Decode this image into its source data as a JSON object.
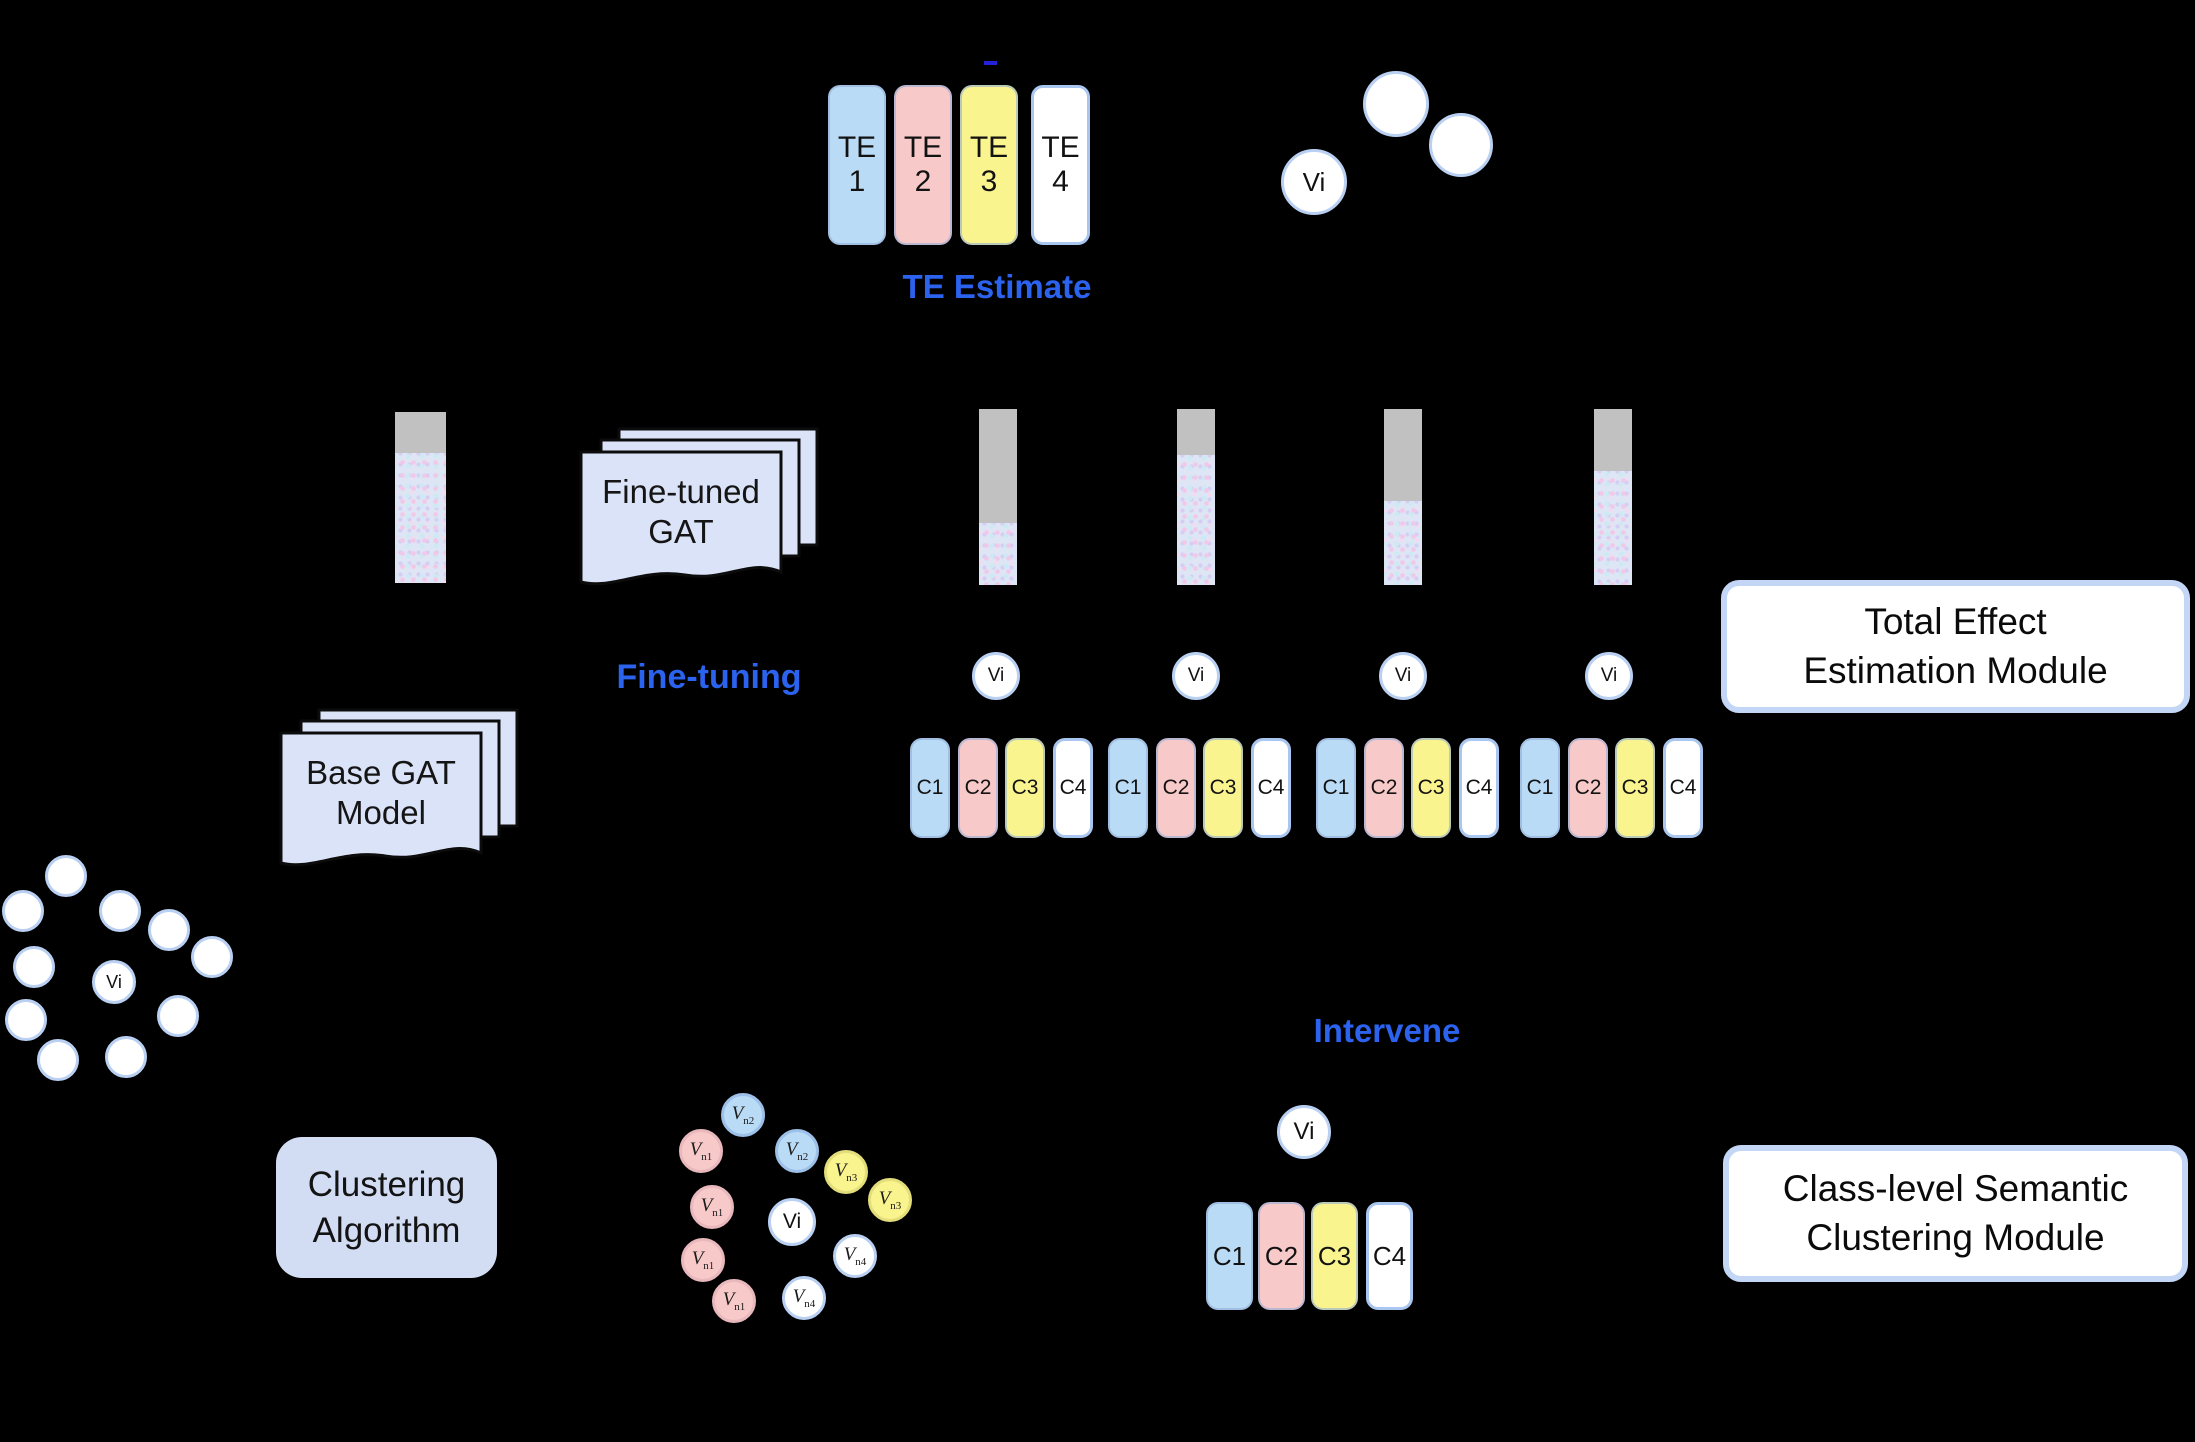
{
  "labels": {
    "vi": "Vi",
    "te_estimate": "TE Estimate",
    "fine_tuning": "Fine-tuning",
    "intervene": "Intervene",
    "fine_tuned_gat_line1": "Fine-tuned",
    "fine_tuned_gat_line2": "GAT",
    "base_gat_line1": "Base GAT",
    "base_gat_line2": "Model",
    "clustering_line1": "Clustering",
    "clustering_line2": "Algorithm",
    "te_module_line1": "Total Effect",
    "te_module_line2": "Estimation Module",
    "cluster_module_line1": "Class-level Semantic",
    "cluster_module_line2": "Clustering Module",
    "v_main": "V"
  },
  "colors": {
    "accent_text": "#2b63ee",
    "dash": "#2222dd",
    "bar_grey": "#c1c1c1",
    "doc_fill": "#dbe3f8",
    "panel_fill": "#d2dcf2",
    "module_border": "#c3d6f5",
    "node_border": "#b9d0f2",
    "class1_blue": "#badbf5",
    "class2_pink": "#f8c9c9",
    "class3_yellow": "#faf48e",
    "class4_white": "#ffffff"
  },
  "te_pills": [
    {
      "line1": "TE",
      "line2": "1",
      "color": "#badbf5"
    },
    {
      "line1": "TE",
      "line2": "2",
      "color": "#f8c9c9"
    },
    {
      "line1": "TE",
      "line2": "3",
      "color": "#faf48e"
    },
    {
      "line1": "TE",
      "line2": "4",
      "color": "#ffffff"
    }
  ],
  "class_pills": {
    "labels": [
      "C1",
      "C2",
      "C3",
      "C4"
    ],
    "colors": [
      "#badbf5",
      "#f8c9c9",
      "#faf48e",
      "#ffffff"
    ]
  },
  "embedding_bars": {
    "standalone": {
      "grey_height": "24%"
    },
    "row": [
      {
        "grey_height": "65%"
      },
      {
        "grey_height": "26%"
      },
      {
        "grey_height": "52%"
      },
      {
        "grey_height": "35%"
      }
    ]
  },
  "left_cluster": {
    "center_label": "Vi",
    "plain_node_count": 10
  },
  "semantic_nodes": [
    {
      "sub": "n2",
      "color": "#badbf5"
    },
    {
      "sub": "n1",
      "color": "#f8c9c9"
    },
    {
      "sub": "n2",
      "color": "#badbf5"
    },
    {
      "sub": "n3",
      "color": "#faf48e"
    },
    {
      "sub": "n3",
      "color": "#faf48e"
    },
    {
      "sub": "n1",
      "color": "#f8c9c9"
    },
    {
      "sub": "n1",
      "color": "#f8c9c9"
    },
    {
      "sub": "n4",
      "color": "#ffffff"
    },
    {
      "sub": "n1",
      "color": "#f8c9c9"
    },
    {
      "sub": "n4",
      "color": "#ffffff"
    }
  ]
}
